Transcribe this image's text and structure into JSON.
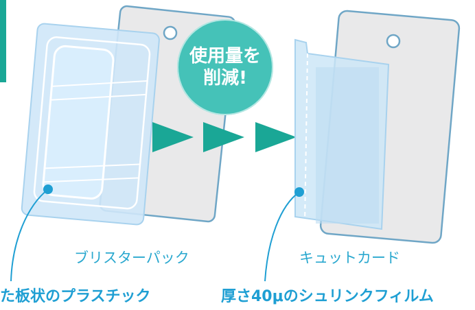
{
  "badge": {
    "line1": "使用量を",
    "line2": "削減!"
  },
  "left_panel": {
    "label": "ブリスターパック",
    "description": "た板状のプラスチック"
  },
  "right_panel": {
    "label": "キュットカード",
    "description": "厚さ40μのシュリンクフィルム"
  },
  "colors": {
    "accent_teal": "#1aa796",
    "badge_teal": "#45c2b8",
    "caption_blue": "#2aa8cf",
    "card_gray": "#e8e8e8",
    "film_blue": "#cde6f7"
  }
}
